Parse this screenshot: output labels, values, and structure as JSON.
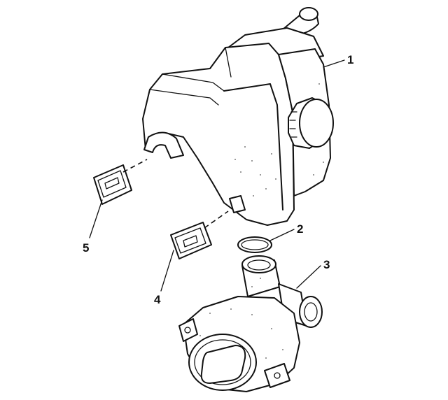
{
  "callouts": [
    {
      "id": "1",
      "label": "1"
    },
    {
      "id": "2",
      "label": "2"
    },
    {
      "id": "3",
      "label": "3"
    },
    {
      "id": "4",
      "label": "4"
    },
    {
      "id": "5",
      "label": "5"
    }
  ],
  "parts": {
    "reservoir": "reservoir-tank",
    "seal": "o-ring-seal",
    "pump": "pump-body",
    "clip_lower": "retaining-clip",
    "clip_upper": "retaining-clip"
  }
}
